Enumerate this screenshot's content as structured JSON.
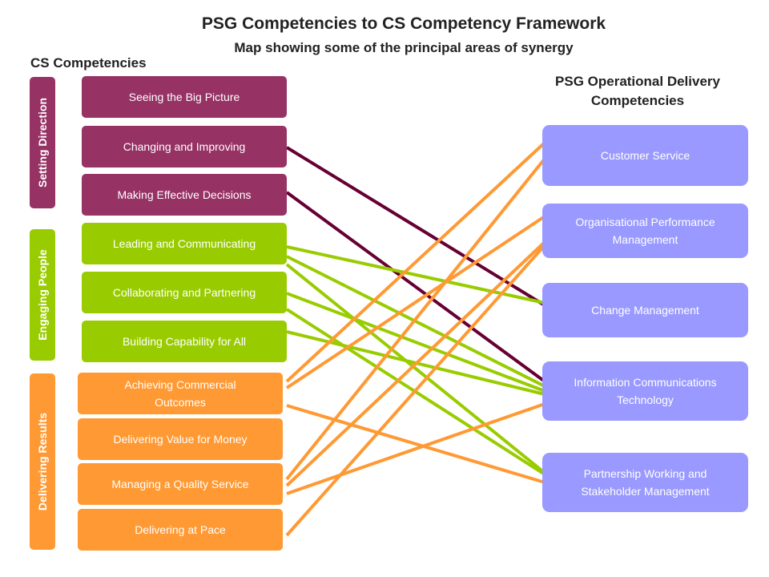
{
  "title": "PSG Competencies to CS Competency Framework",
  "subtitle": "Map showing some of the principal areas of synergy",
  "cs_heading": "CS Competencies",
  "psg_heading": "PSG Operational Delivery Competencies",
  "groups": [
    {
      "label": "Setting Direction",
      "color": "#963264"
    },
    {
      "label": "Engaging People",
      "color": "#99cc00"
    },
    {
      "label": "Delivering Results",
      "color": "#ff9933"
    }
  ],
  "cs_items": [
    "Seeing the Big Picture",
    "Changing and Improving",
    "Making Effective Decisions",
    "Leading and Communicating",
    "Collaborating and Partnering",
    "Building Capability for All",
    "Achieving Commercial Outcomes",
    "Delivering Value for Money",
    "Managing a Quality Service",
    "Delivering at Pace"
  ],
  "psg_items": [
    "Customer Service",
    "Organisational Performance Management",
    "Change Management",
    "Information Communications Technology",
    "Partnership Working and Stakeholder Management"
  ],
  "colors": {
    "setting_direction": "#963264",
    "engaging_people": "#99cc00",
    "delivering_results": "#ff9933",
    "psg": "#9999ff",
    "link_purple": "#660033",
    "link_green": "#99cc00",
    "link_orange": "#ff9933"
  }
}
